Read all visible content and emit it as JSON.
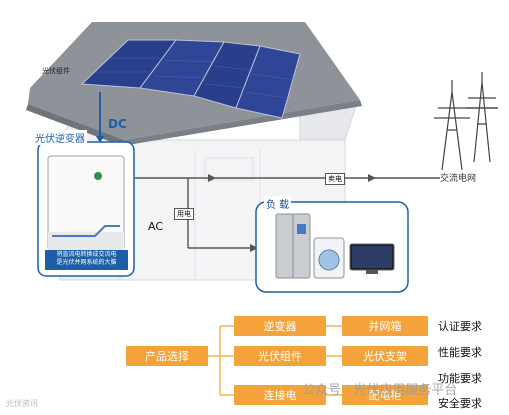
{
  "diagram": {
    "panel_label": "光伏组件",
    "dc_label": "DC",
    "inverter_title": "光伏逆变器",
    "inverter_caption_line1": "将直流电转换成交流电",
    "inverter_caption_line2": "是光伏并网系统的大脑",
    "sell_label": "卖电",
    "use_label": "用电",
    "ac_label": "AC",
    "load_title": "负 载",
    "grid_label": "交流电网"
  },
  "tree": {
    "root": "产品选择",
    "level1": [
      "逆变器",
      "光伏组件",
      "连接电"
    ],
    "level2": [
      "并网箱",
      "光伏支架",
      "配电柜"
    ],
    "requirements": [
      "认证要求",
      "性能要求",
      "功能要求",
      "安全要求"
    ]
  },
  "watermarks": {
    "left": "光伏资讯",
    "right": "公众号 · 光伏应用服务平台"
  },
  "colors": {
    "accent_orange": "#f4a33a",
    "primary_blue": "#1d5fa6",
    "panel_blue": "#2a3f8c"
  }
}
